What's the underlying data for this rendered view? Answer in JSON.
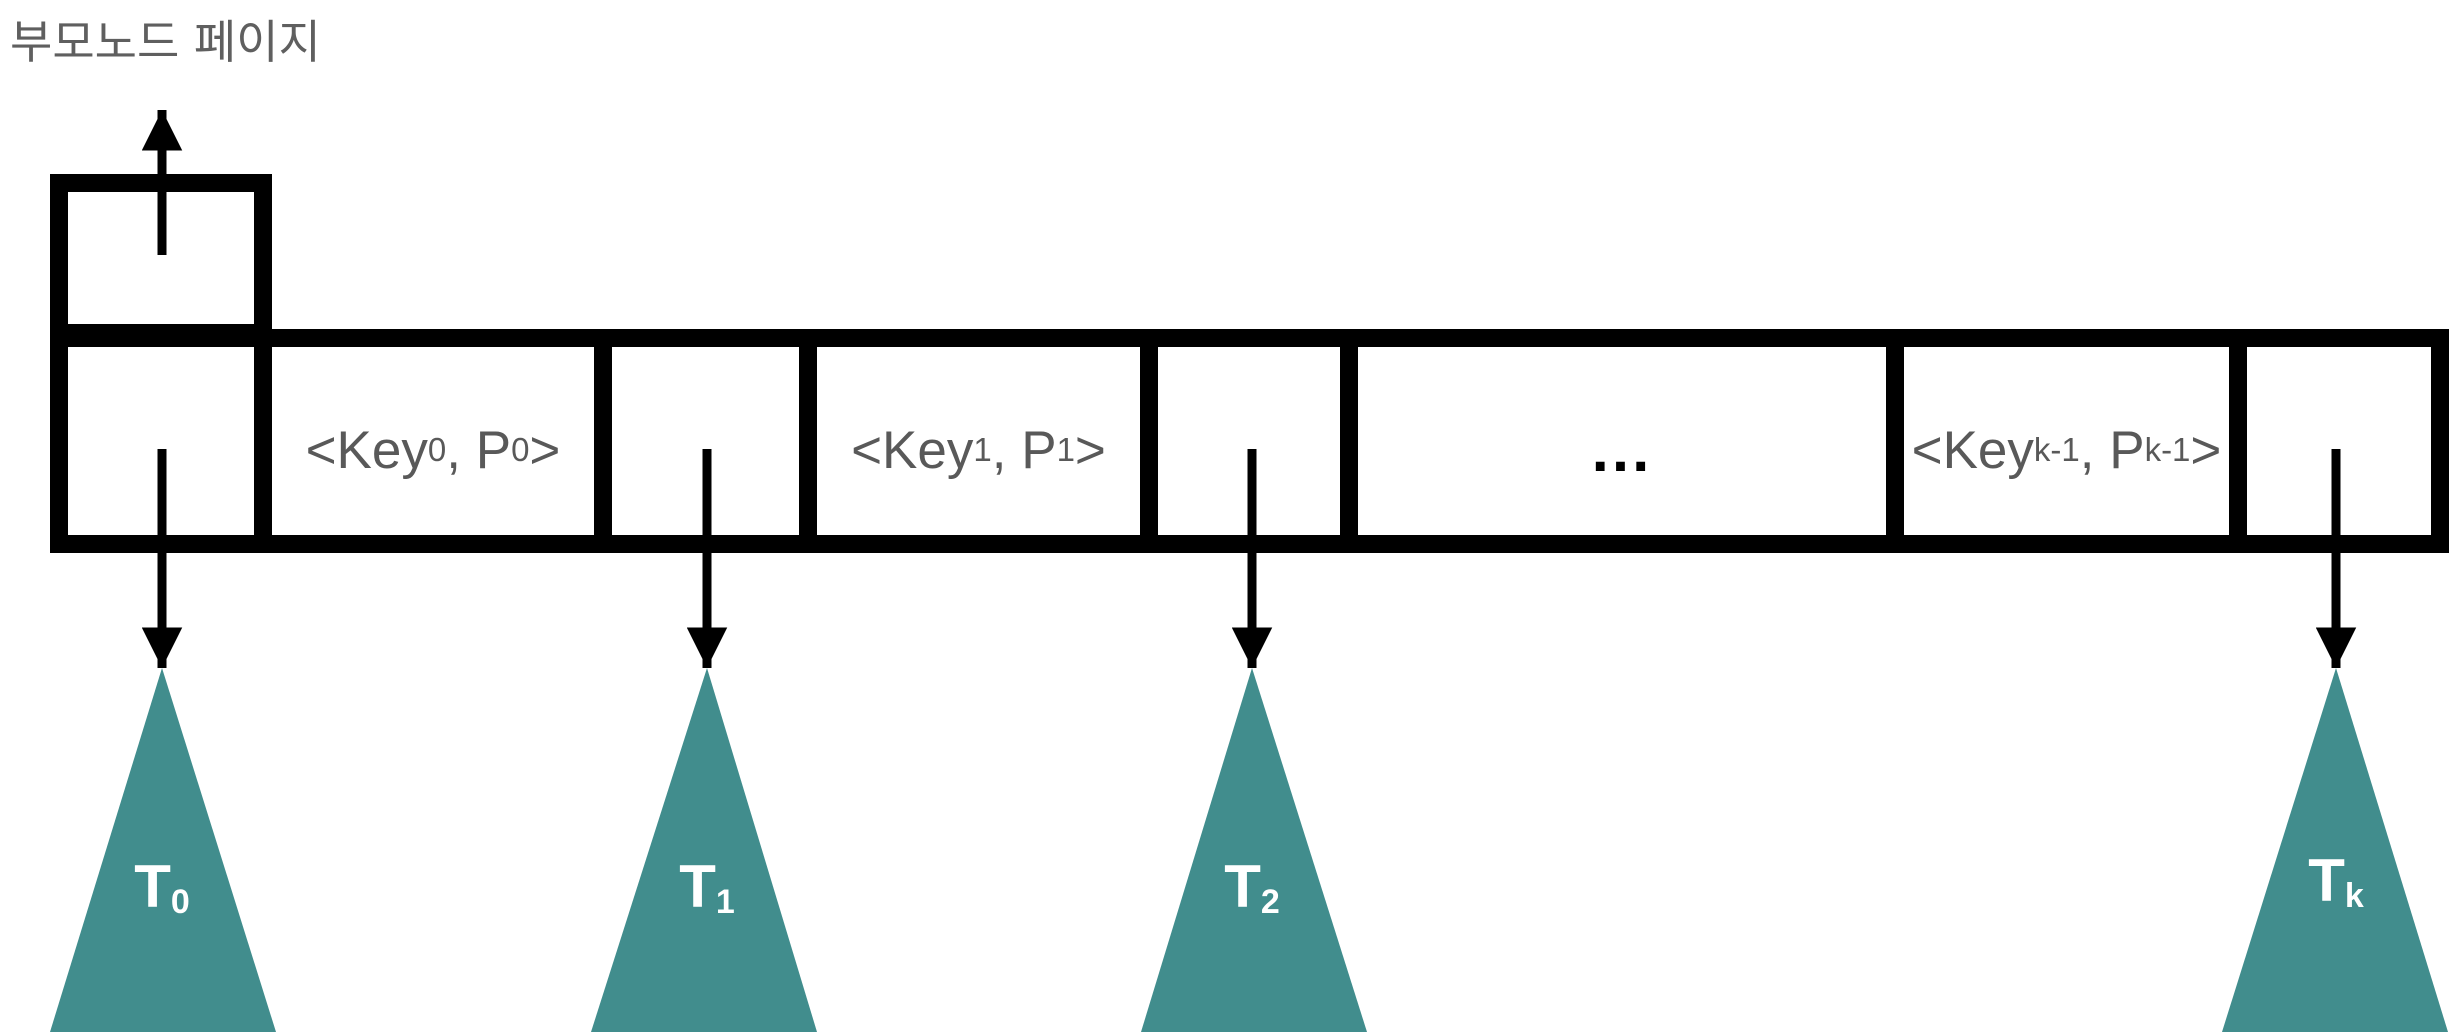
{
  "parent": {
    "label": "부모노드 페이지"
  },
  "node": {
    "pairs": [
      {
        "open": "<Key",
        "key_sub": "0",
        "mid": ", P",
        "p_sub": "0",
        "close": ">"
      },
      {
        "open": "<Key",
        "key_sub": "1",
        "mid": ", P",
        "p_sub": "1",
        "close": ">"
      },
      {
        "open": "<Key",
        "key_sub": "k-1",
        "mid": ", P",
        "p_sub": "k-1",
        "close": ">"
      }
    ],
    "ellipsis": "..."
  },
  "subtrees": [
    {
      "letter": "T",
      "sub": "0"
    },
    {
      "letter": "T",
      "sub": "1"
    },
    {
      "letter": "T",
      "sub": "2"
    },
    {
      "letter": "T",
      "sub": "k"
    }
  ],
  "colors": {
    "stroke": "#000000",
    "subtree_fill": "#418d8d",
    "label_text": "#595959"
  }
}
